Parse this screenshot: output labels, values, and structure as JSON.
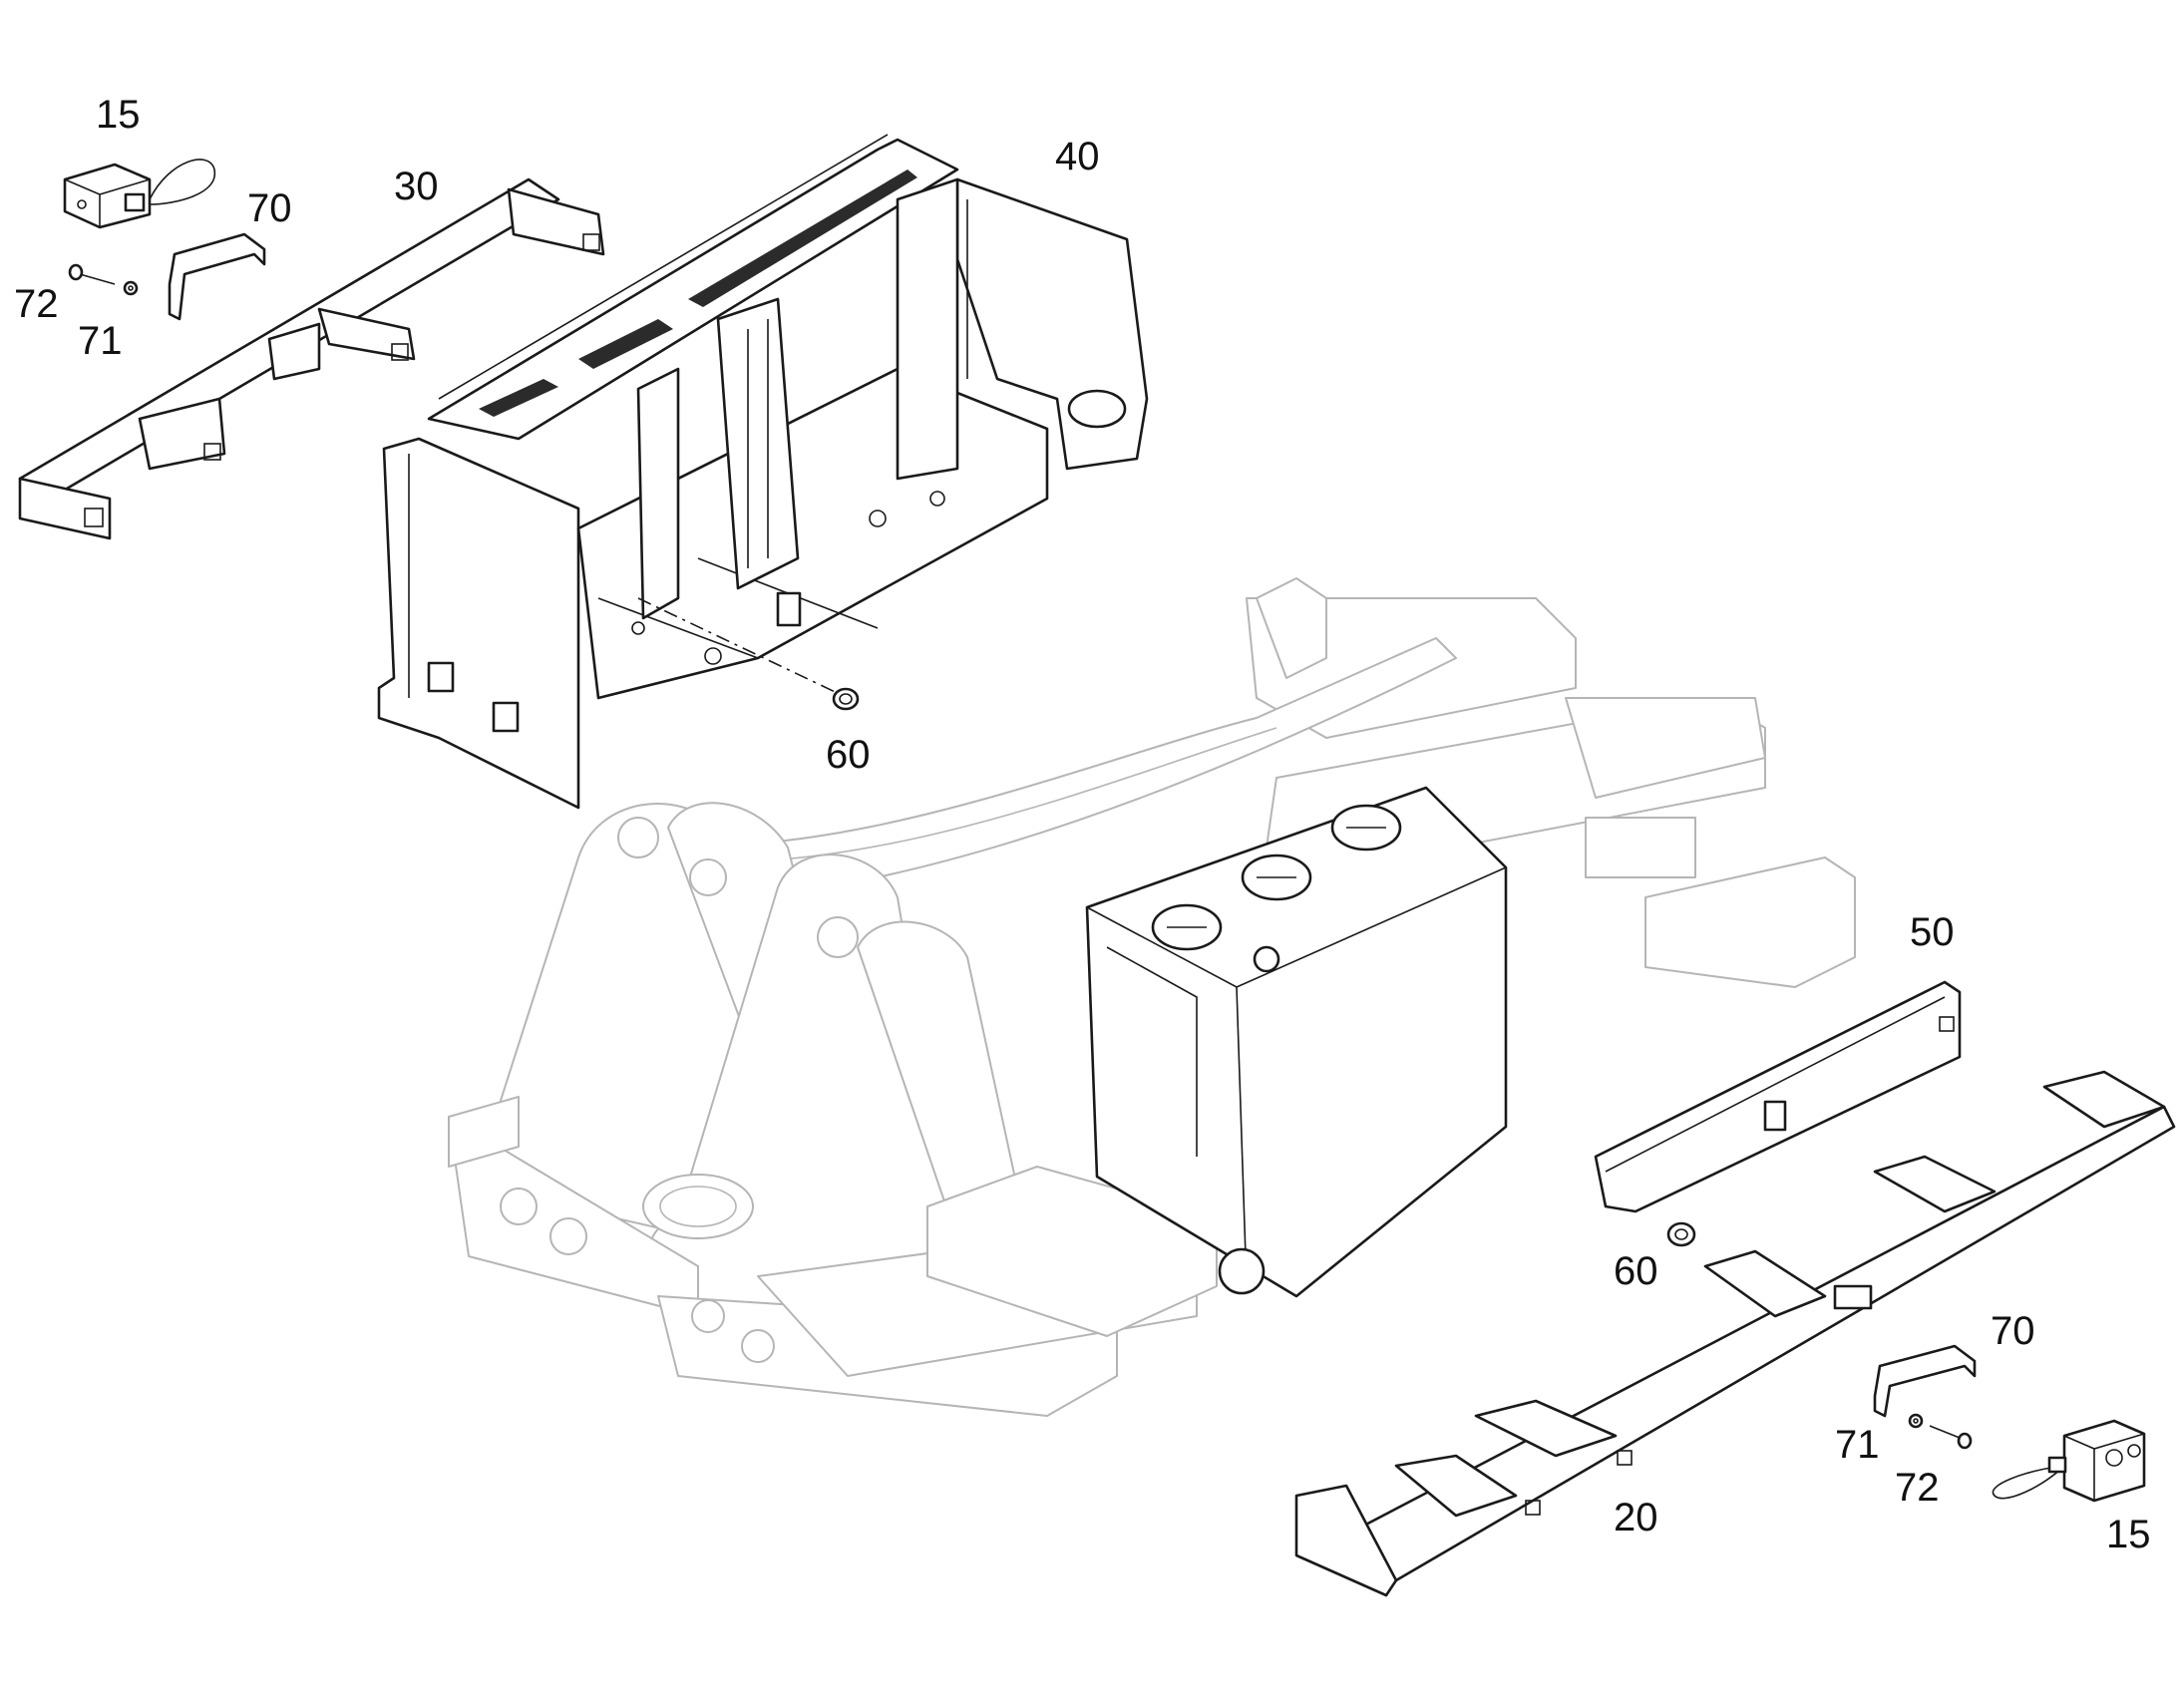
{
  "callouts": {
    "c15_top": "15",
    "c30": "30",
    "c70_top": "70",
    "c40": "40",
    "c72_top": "72",
    "c71_top": "71",
    "c60_top": "60",
    "c50": "50",
    "c60_bottom": "60",
    "c70_bottom": "70",
    "c71_bottom": "71",
    "c72_bottom": "72",
    "c20": "20",
    "c15_bottom": "15"
  },
  "colors": {
    "line": "#1a1a1a",
    "faint": "#b5b5b5",
    "background": "#ffffff"
  }
}
